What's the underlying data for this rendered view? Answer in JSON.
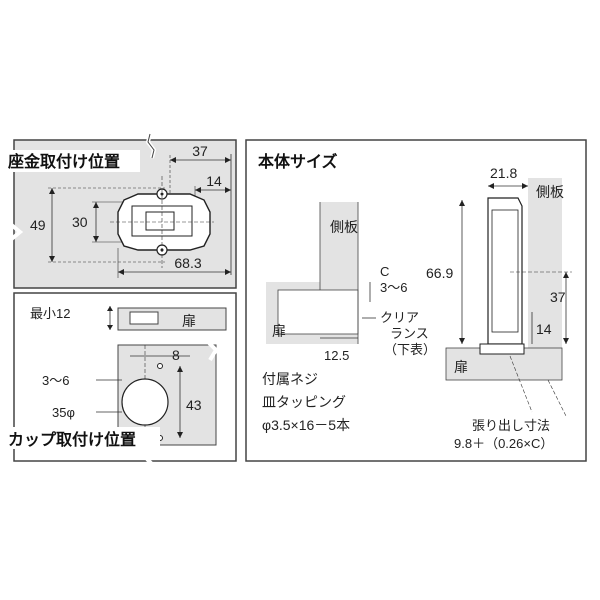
{
  "seat_panel": {
    "title": "座金取付け位置",
    "dims": {
      "d37": "37",
      "d14": "14",
      "d49": "49",
      "d30": "30",
      "d683": "68.3"
    }
  },
  "cup_panel": {
    "title": "カップ取付け位置",
    "min_label": "最小12",
    "door_label": "扉",
    "dims": {
      "d8": "8",
      "d36": "3～6",
      "d35": "35φ",
      "d43": "43"
    }
  },
  "body_panel": {
    "title": "本体サイズ",
    "side_label": "側板",
    "door_label": "扉",
    "c_label": "C",
    "c_range": "3～6",
    "clearance": [
      "クリア",
      "ランス",
      "（下表）"
    ],
    "dim_125": "12.5",
    "screw_note": [
      "付属ネジ",
      "皿タッピング",
      "φ3.5×16－5本"
    ],
    "side_label2": "側板",
    "door_label2": "扉",
    "dims": {
      "d218": "21.8",
      "d669": "66.9",
      "d37": "37",
      "d14": "14"
    },
    "overhang": [
      "張り出し寸法",
      "9.8＋（0.26×C）"
    ]
  },
  "colors": {
    "panel_bg": "#e2e2e2",
    "line": "#333333",
    "frame": "#4a4a4a"
  }
}
